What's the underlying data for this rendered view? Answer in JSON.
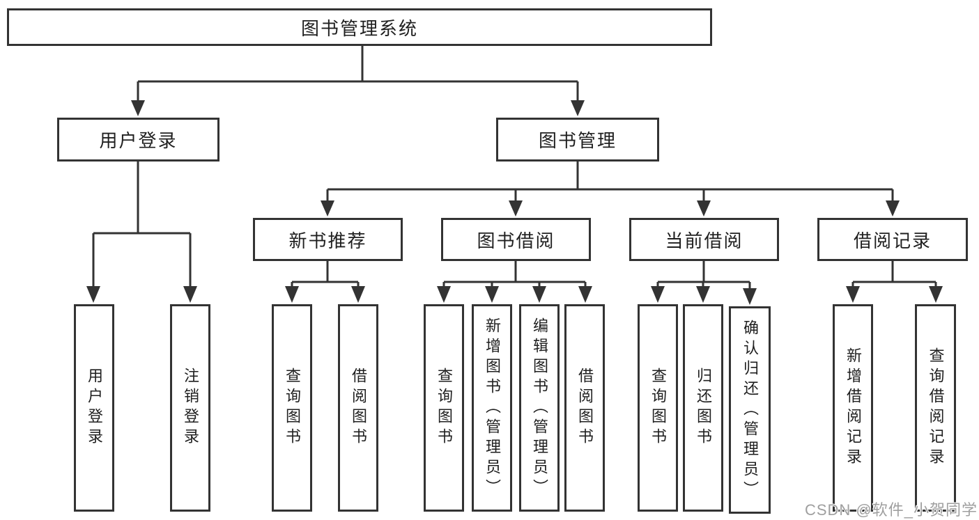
{
  "tree": {
    "label": "图书管理系统",
    "children": [
      {
        "label": "用户登录",
        "children": [
          {
            "label": "用户登录"
          },
          {
            "label": "注销登录"
          }
        ]
      },
      {
        "label": "图书管理",
        "children": [
          {
            "label": "新书推荐",
            "children": [
              {
                "label": "查询图书"
              },
              {
                "label": "借阅图书"
              }
            ]
          },
          {
            "label": "图书借阅",
            "children": [
              {
                "label": "查询图书"
              },
              {
                "label": "新增图书（管理员）"
              },
              {
                "label": "编辑图书（管理员）"
              },
              {
                "label": "借阅图书"
              }
            ]
          },
          {
            "label": "当前借阅",
            "children": [
              {
                "label": "查询图书"
              },
              {
                "label": "归还图书"
              },
              {
                "label": "确认归还（管理员）"
              }
            ]
          },
          {
            "label": "借阅记录",
            "children": [
              {
                "label": "新增借阅记录"
              },
              {
                "label": "查询借阅记录"
              }
            ]
          }
        ]
      }
    ]
  },
  "watermark": {
    "text": "CSDN @软件_小贺同学"
  },
  "colors": {
    "line": "#333333",
    "text": "#1f1f1f",
    "watermark": "#9f9f9f",
    "background": "#ffffff"
  }
}
